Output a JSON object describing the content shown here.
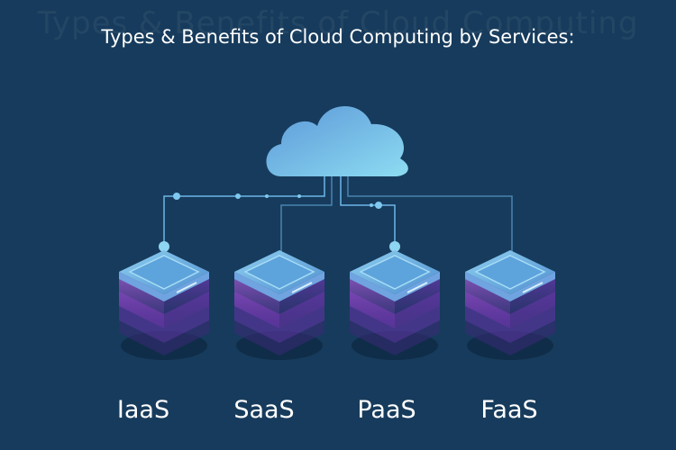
{
  "watermark": "Types & Benefits of Cloud Computing",
  "title": "Types & Benefits of Cloud Computing by Services:",
  "services": [
    {
      "label": "IaaS"
    },
    {
      "label": "SaaS"
    },
    {
      "label": "PaaS"
    },
    {
      "label": "FaaS"
    }
  ],
  "colors": {
    "background": "#173b5c",
    "cloud_light": "#7fd3f0",
    "cloud_dark": "#4f8fd4",
    "connector": "#6bb8e8",
    "server_top": "#6fb8e6",
    "server_side": "#7a3db8"
  }
}
